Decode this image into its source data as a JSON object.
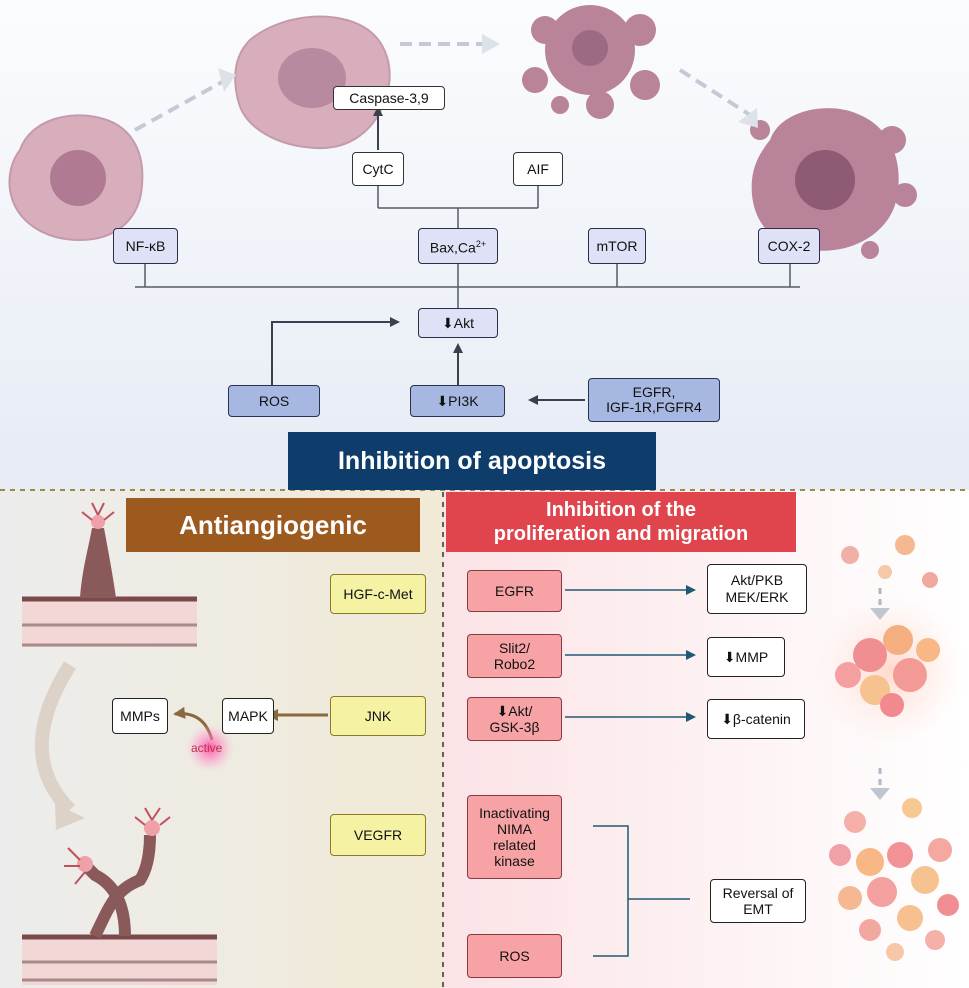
{
  "colors": {
    "apoptosis_banner": "#0f3d6b",
    "antiangiogenic_banner": "#9c5a1e",
    "proliferation_banner": "#e0454e",
    "arrow_gray": "#3a4050",
    "arrow_teal": "#1f5a72",
    "arrow_brown": "#8a6a3c",
    "divider": "#9c8a4a",
    "cell_fill": "#d8aebd",
    "nucleus_fill": "#b07a92"
  },
  "apoptosis": {
    "title": "Inhibition of apoptosis",
    "caspase": "Caspase-3,9",
    "cytc": "CytC",
    "aif": "AIF",
    "nfkb": "NF-κB",
    "bax_prefix": "Bax,Ca",
    "bax_sup": "2+",
    "mtor": "mTOR",
    "cox2": "COX-2",
    "akt": "⬇Akt",
    "ros": "ROS",
    "pi3k": "⬇PI3K",
    "egfr_line1": "EGFR,",
    "egfr_line2": "IGF-1R,FGFR4"
  },
  "antiangiogenic": {
    "title": "Antiangiogenic",
    "hgf": "HGF-c-Met",
    "jnk": "JNK",
    "mapk": "MAPK",
    "mmps": "MMPs",
    "active": "active",
    "vegfr": "VEGFR"
  },
  "proliferation": {
    "title_line1": "Inhibition of the",
    "title_line2": "proliferation and migration",
    "egfr": "EGFR",
    "akt_pkb_line1": "Akt/PKB",
    "akt_pkb_line2": "MEK/ERK",
    "slit_line1": "Slit2/",
    "slit_line2": "Robo2",
    "mmp": "⬇MMP",
    "akt_gsk_line1": "⬇Akt/",
    "akt_gsk_line2": "GSK-3β",
    "catenin": "⬇β-catenin",
    "nima_line1": "Inactivating",
    "nima_line2": "NIMA",
    "nima_line3": "related",
    "nima_line4": "kinase",
    "ros": "ROS",
    "emt_line1": "Reversal of",
    "emt_line2": "EMT"
  }
}
